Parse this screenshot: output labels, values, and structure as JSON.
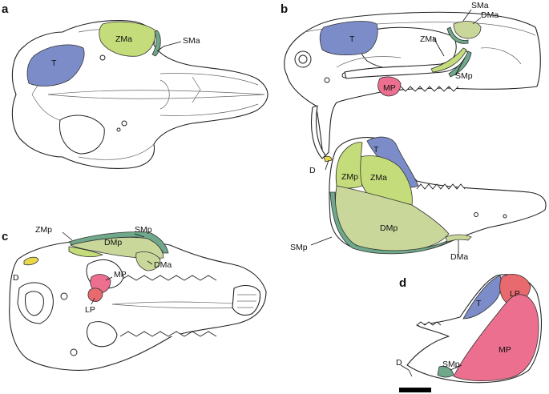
{
  "panels": {
    "a": "a",
    "b": "b",
    "c": "c",
    "d": "d"
  },
  "labels": {
    "a_zma": "ZMa",
    "a_sma": "SMa",
    "a_t": "T",
    "b_sma": "SMa",
    "b_dma": "DMa",
    "b_t": "T",
    "b_zma": "ZMa",
    "b_smp": "SMp",
    "b_mp": "MP",
    "b_d": "D",
    "b_t2": "T",
    "b_zmp": "ZMp",
    "b_zma2": "ZMa",
    "b_dmp": "DMp",
    "b_smp2": "SMp",
    "b_dma2": "DMa",
    "c_zmp": "ZMp",
    "c_smp": "SMp",
    "c_dmp": "DMp",
    "c_dma": "DMa",
    "c_d": "D",
    "c_mp": "MP",
    "c_lp": "LP",
    "d_t": "T",
    "d_lp": "LP",
    "d_mp": "MP",
    "d_smp": "SMp",
    "d_d": "D"
  },
  "colors": {
    "temporalis": "#7b8cc8",
    "zygomaticomandibularis": "#c5dc7a",
    "deep_masseter": "#c9d89a",
    "superficial_masseter": "#6fa88a",
    "medial_pterygoid": "#ec6f8f",
    "lateral_pterygoid": "#e96a6e",
    "digastric": "#e8d84a"
  }
}
